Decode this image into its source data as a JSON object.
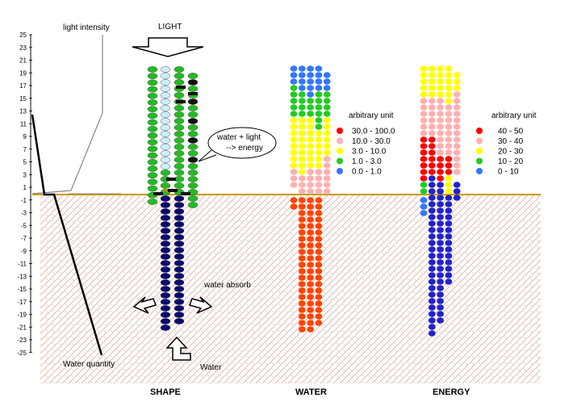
{
  "labels": {
    "light_intensity": "light intensity",
    "light": "LIGHT",
    "water_quantity": "Water  quantity",
    "water_absorb": "water absorb",
    "water": "Water",
    "callout_line1": "water + light",
    "callout_line2": "--> energy"
  },
  "panels": {
    "shape": "SHAPE",
    "water": "WATER",
    "energy": "ENERGY"
  },
  "y_axis": {
    "ticks": [
      "25",
      "23",
      "21",
      "19",
      "17",
      "15",
      "13",
      "11",
      "9",
      "7",
      "5",
      "3",
      "1",
      "-1",
      "-3",
      "-5",
      "-7",
      "-9",
      "-11",
      "-13",
      "-15",
      "-17",
      "-19",
      "-21",
      "-23",
      "-25"
    ]
  },
  "water_legend": {
    "title": "arbitrary unit",
    "items": [
      {
        "label": "30.0 - 100.0",
        "color": "#ff0000"
      },
      {
        "label": "10.0 - 30.0",
        "color": "#ffb0b0"
      },
      {
        "label": "3.0 - 10.0",
        "color": "#ffff00"
      },
      {
        "label": "1.0 - 3.0",
        "color": "#22cc22"
      },
      {
        "label": "0.0 - 1.0",
        "color": "#3377ff"
      }
    ]
  },
  "energy_legend": {
    "title": "arbitrary unit",
    "items": [
      {
        "label": "40 - 50",
        "color": "#ff0000"
      },
      {
        "label": "30 - 40",
        "color": "#ffb0b0"
      },
      {
        "label": "20 - 30",
        "color": "#ffff00"
      },
      {
        "label": "10 - 20",
        "color": "#22cc22"
      },
      {
        "label": "0 - 10",
        "color": "#3377ff"
      }
    ]
  },
  "colors": {
    "ground_line": "#cc9900",
    "root": "#0a0a6e",
    "leaf": "#22bb22",
    "pale": "#cceeff"
  }
}
